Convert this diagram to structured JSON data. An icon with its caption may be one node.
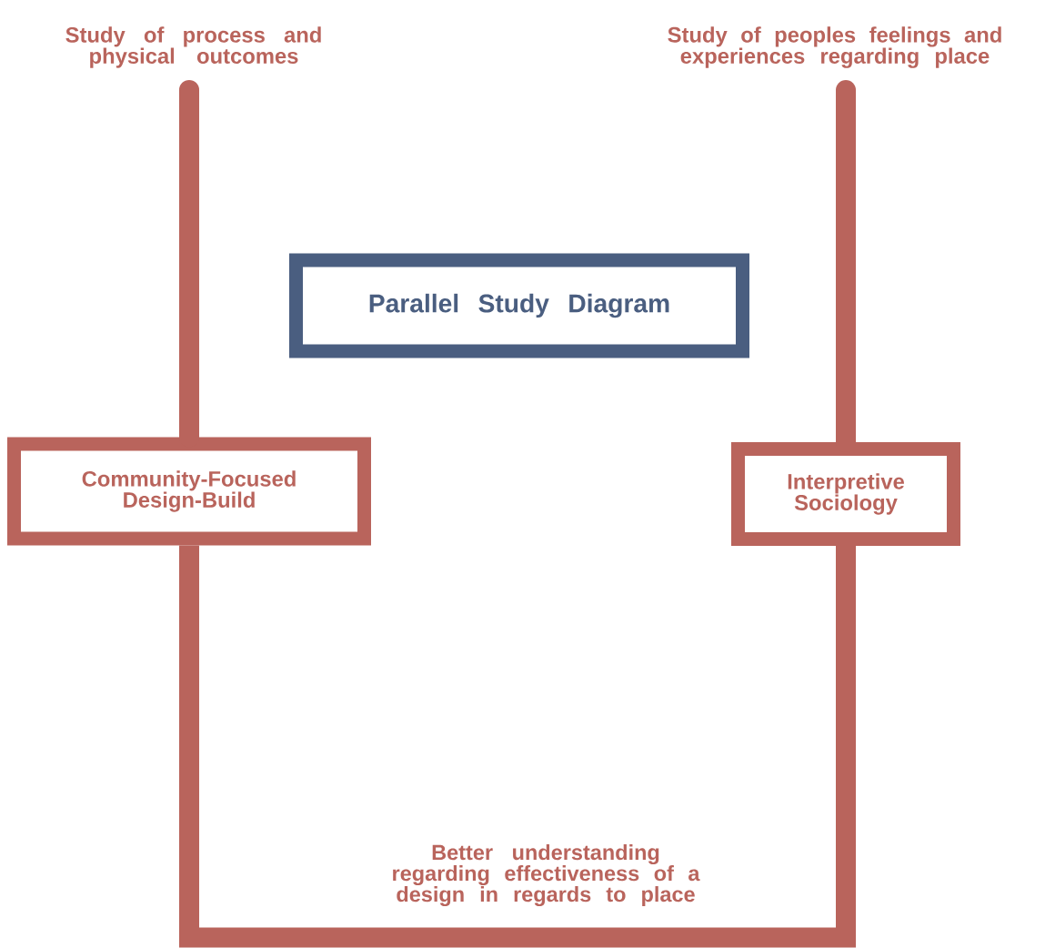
{
  "diagram": {
    "nodes": [
      {
        "text": [
          "Study of process and physical outcomes"
        ]
      },
      {
        "text": [
          "Study of peoples feelings and experiences regarding place"
        ]
      },
      {
        "text": [
          "Parallel Study Diagram"
        ]
      },
      {
        "text": [
          "Community-Focused Design-Build"
        ]
      },
      {
        "text": [
          "Interpretive Sociology"
        ]
      }
    ],
    "edges": [
      {
        "from": 0,
        "to": 3,
        "arrow": "none"
      },
      {
        "from": 1,
        "to": 4,
        "arrow": "none"
      },
      {
        "from": 3,
        "to": 4,
        "arrow": "none",
        "label": "Better understanding regarding effectiveness of a design in regards to place"
      }
    ]
  }
}
